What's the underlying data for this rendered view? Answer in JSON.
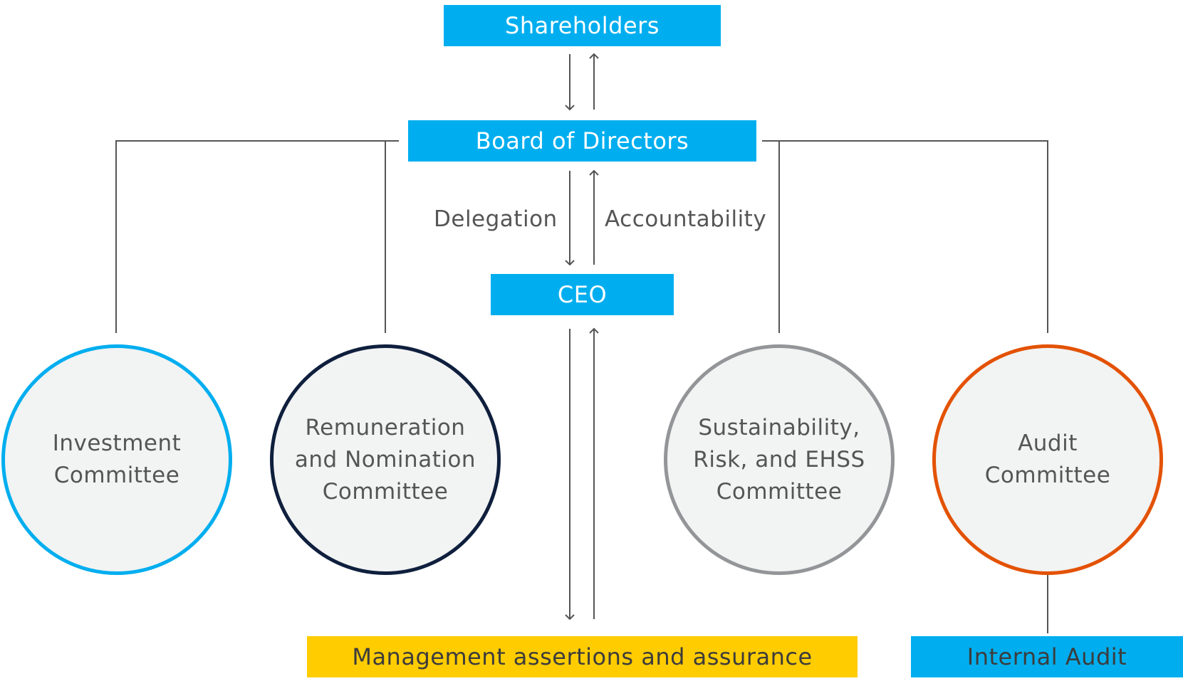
{
  "colors": {
    "primary_blue": "#00aeef",
    "navy": "#0f1f3d",
    "gray": "#939598",
    "orange": "#e35205",
    "yellow": "#ffcc00",
    "circle_fill": "#f2f3f3",
    "line": "#555555"
  },
  "nodes": {
    "shareholders": "Shareholders",
    "board": "Board of Directors",
    "ceo": "CEO",
    "management": "Management assertions and assurance",
    "internal_audit": "Internal Audit"
  },
  "flow_labels": {
    "delegation": "Delegation",
    "accountability": "Accountability"
  },
  "committees": [
    {
      "lines": [
        "Investment",
        "Committee"
      ],
      "color": "#00aeef"
    },
    {
      "lines": [
        "Remuneration",
        "and Nomination",
        "Committee"
      ],
      "color": "#0f1f3d"
    },
    {
      "lines": [
        "Sustainability,",
        "Risk, and EHSS",
        "Committee"
      ],
      "color": "#939598"
    },
    {
      "lines": [
        "Audit",
        "Committee"
      ],
      "color": "#e35205"
    }
  ]
}
